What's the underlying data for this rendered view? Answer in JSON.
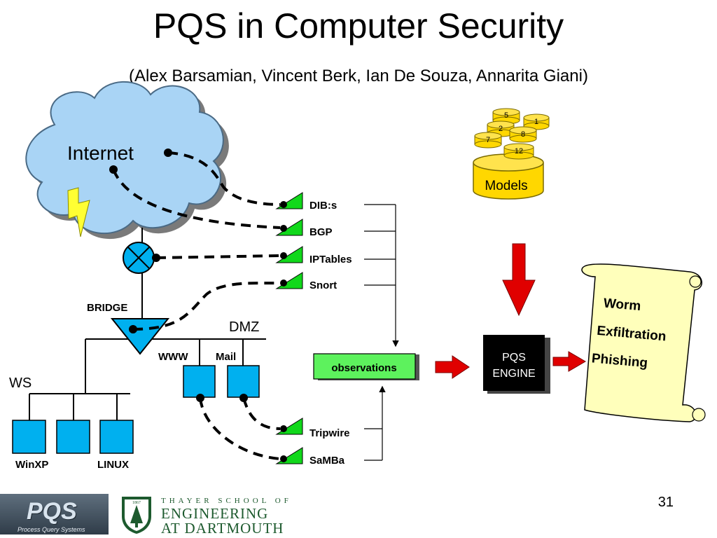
{
  "slide": {
    "title": "PQS in Computer Security",
    "subtitle": "(Alex Barsamian, Vincent Berk, Ian De Souza, Annarita Giani)",
    "page_number": "31"
  },
  "network": {
    "internet": "Internet",
    "bridge": "BRIDGE",
    "dmz": "DMZ",
    "ws": "WS",
    "www": "WWW",
    "mail": "Mail",
    "winxp": "WinXP",
    "linux": "LINUX"
  },
  "sensors": {
    "upper": [
      "DIB:s",
      "BGP",
      "IPTables",
      "Snort"
    ],
    "lower": [
      "Tripwire",
      "SaMBa"
    ]
  },
  "models": {
    "label": "Models",
    "ids": [
      "5",
      "1",
      "2",
      "8",
      "7",
      "12"
    ]
  },
  "observations": "observations",
  "engine": {
    "line1": "PQS",
    "line2": "ENGINE"
  },
  "threats": [
    "Worm",
    "Exfiltration",
    "Phishing"
  ],
  "footer": {
    "pqs_logo": "PQS",
    "pqs_subtitle": "Process Query Systems",
    "school_line1": "THAYER SCHOOL OF",
    "school_line2": "ENGINEERING",
    "school_line3": "AT DARTMOUTH",
    "seal_year": "1867"
  },
  "colors": {
    "cloud": "#a9d4f5",
    "device": "#00b0ef",
    "sensor": "#11d81b",
    "observations_box": "#5df25d",
    "engine": "#000000",
    "arrow": "#e00000",
    "scroll": "#ffffbb",
    "lightning": "#ffff33",
    "dart_green": "#1d5a2e"
  }
}
